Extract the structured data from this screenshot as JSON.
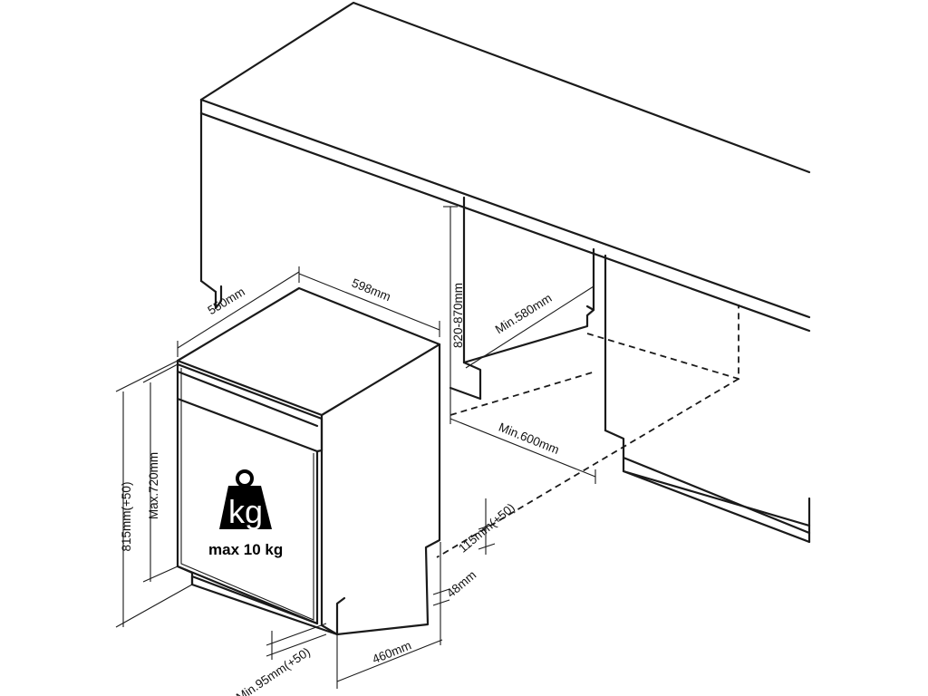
{
  "labels": {
    "depth": "550mm",
    "width": "598mm",
    "niche_height": "820-870mm",
    "niche_depth": "Min.580mm",
    "niche_width": "Min.600mm",
    "total_height": "815mm(+50)",
    "door_height": "Max.720mm",
    "plinth_adjust": "115mm(+50)",
    "foot_height": "48mm",
    "plinth_depth": "460mm",
    "min_plinth": "Min.95mm(+50)",
    "max_weight": "max  10 kg",
    "kg_symbol": "kg"
  },
  "icons": {
    "weight": "weight-icon"
  },
  "colors": {
    "line": "#1a1a1a",
    "background": "#ffffff",
    "weight_fill": "#000000"
  }
}
